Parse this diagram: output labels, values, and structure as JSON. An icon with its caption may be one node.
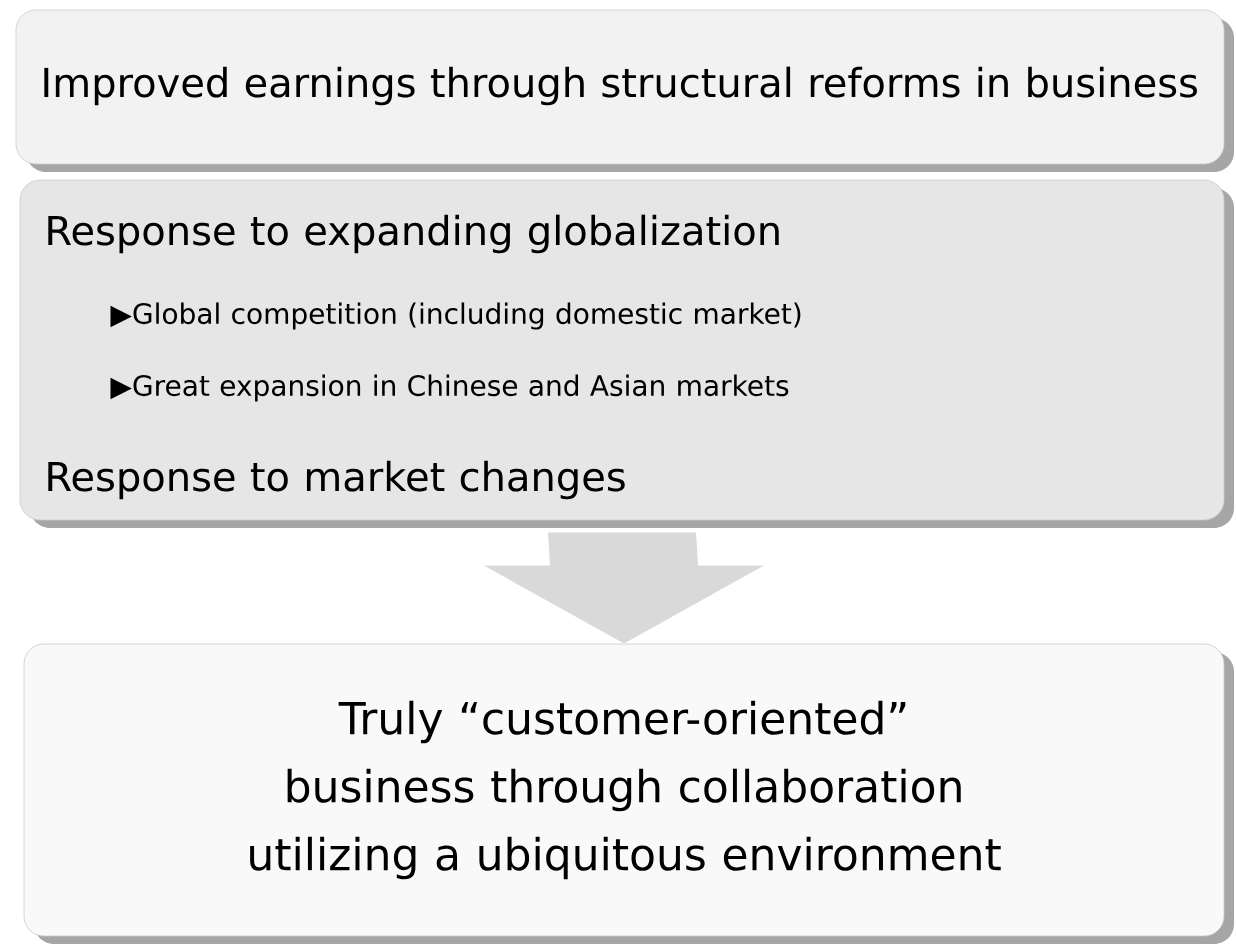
{
  "diagram": {
    "nodes": [
      {
        "text": [
          "Improved earnings through structural reforms in business"
        ]
      },
      {
        "text": [
          "Response to expanding globalization",
          "▶Global competition (including domestic market)",
          "▶Great expansion in Chinese and Asian markets",
          "Response to market changes"
        ]
      },
      {
        "text": [
          "Truly “customer-oriented” business through collaboration utilizing a ubiquitous environment"
        ]
      }
    ],
    "edges": [
      {
        "from": 1,
        "to": 2,
        "arrow": "to"
      }
    ]
  }
}
